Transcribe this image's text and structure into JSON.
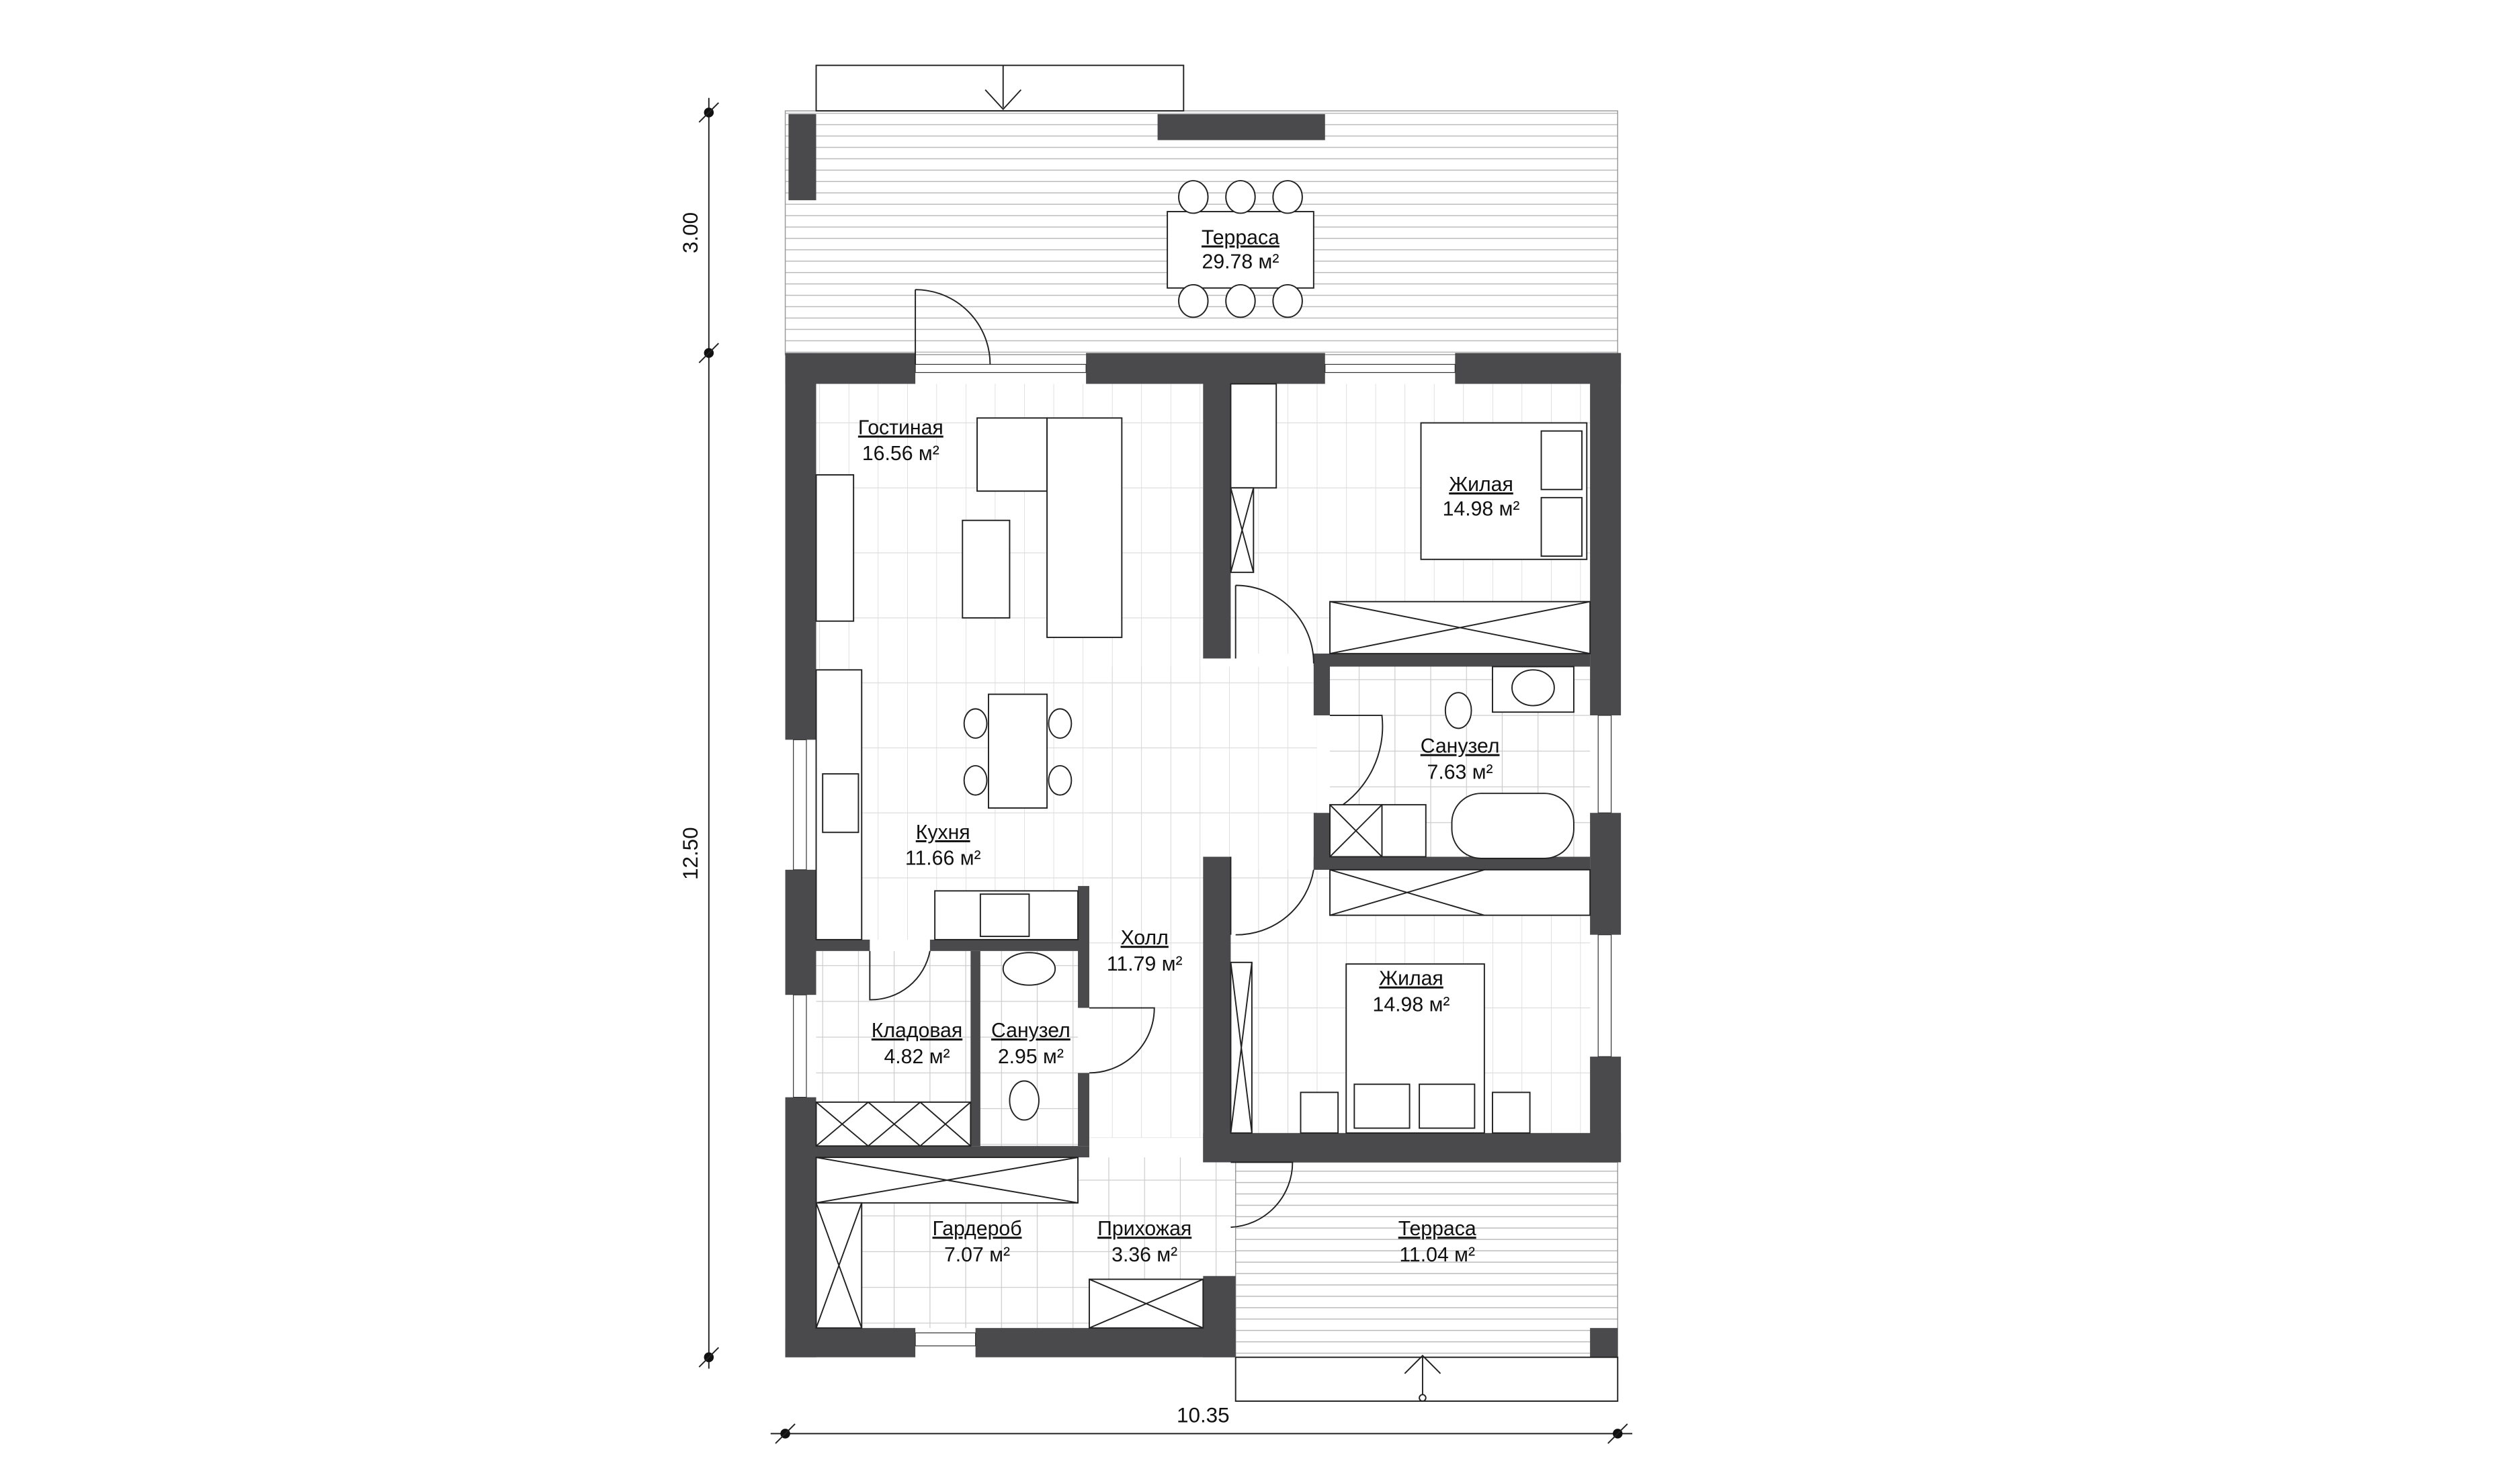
{
  "rooms": [
    {
      "name": "Терраса",
      "area": "29.78 м²"
    },
    {
      "name": "Гостиная",
      "area": "16.56 м²"
    },
    {
      "name": "Жилая",
      "area": "14.98 м²"
    },
    {
      "name": "Санузел",
      "area": "7.63 м²"
    },
    {
      "name": "Кухня",
      "area": "11.66 м²"
    },
    {
      "name": "Холл",
      "area": "11.79 м²"
    },
    {
      "name": "Кладовая",
      "area": "4.82 м²"
    },
    {
      "name": "Санузел",
      "area": "2.95 м²"
    },
    {
      "name": "Жилая",
      "area": "14.98 м²"
    },
    {
      "name": "Гардероб",
      "area": "7.07 м²"
    },
    {
      "name": "Прихожая",
      "area": "3.36 м²"
    },
    {
      "name": "Терраса",
      "area": "11.04 м²"
    }
  ],
  "dimensions": {
    "terrace_depth": "3.00",
    "house_length": "12.50",
    "house_width": "10.35"
  },
  "colors": {
    "wall": "#4a4a4d",
    "line": "#222222"
  }
}
